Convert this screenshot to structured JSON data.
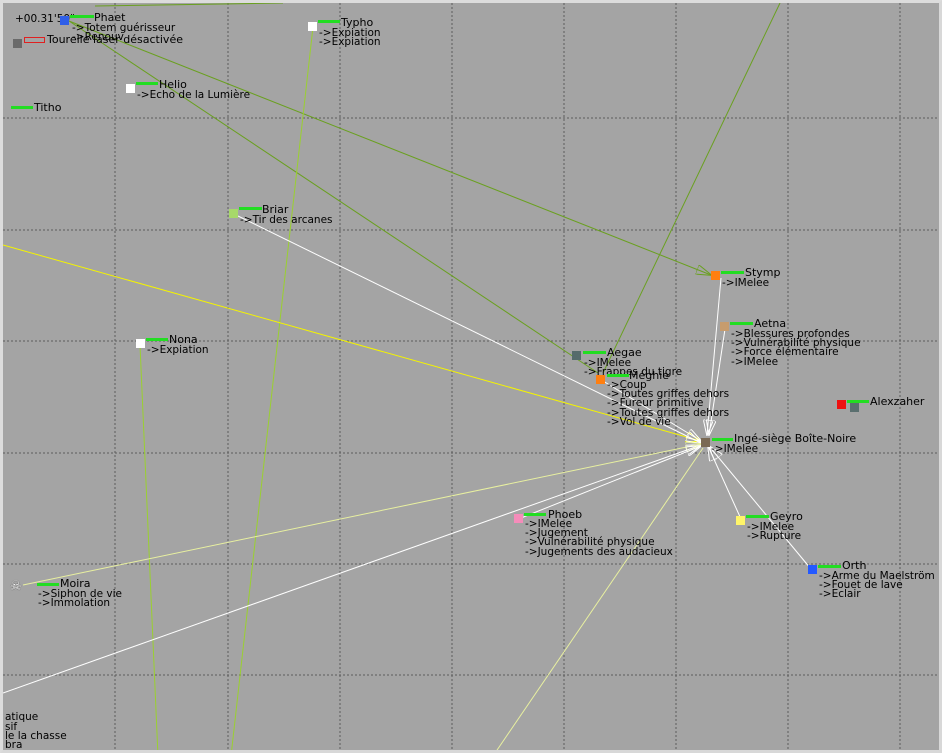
{
  "timer": "+00.31'50\"",
  "units": [
    {
      "name": "Phaet",
      "color": "#2f5fe8",
      "spells": [
        "->Totem guérisseur",
        "->Renouv"
      ]
    },
    {
      "name": "Tourelle laser désactivée",
      "color": "#6a6a6a"
    },
    {
      "name": "Typho",
      "color": "#ffffff",
      "spells": [
        "->Expiation",
        "->Expiation"
      ]
    },
    {
      "name": "Helio",
      "color": "#ffffff",
      "spells": [
        "->Echo de la Lumière"
      ]
    },
    {
      "name": "Titho",
      "color": "#a4a4a4"
    },
    {
      "name": "Briar",
      "color": "#a7d86a",
      "spells": [
        "->Tir des arcanes"
      ]
    },
    {
      "name": "Stymp",
      "color": "#ff7f10",
      "spells": [
        "->IMelee"
      ]
    },
    {
      "name": "Aetna",
      "color": "#c79c6e",
      "spells": [
        "->Blessures profondes",
        "->Vulnérabilité physique",
        "->Force élémentaire",
        "->IMelee"
      ]
    },
    {
      "name": "Nona",
      "color": "#ffffff",
      "spells": [
        "->Expiation"
      ]
    },
    {
      "name": "Aegae",
      "color": "#556b6b",
      "spells": [
        "->IMelee",
        "->Frappes du tigre"
      ]
    },
    {
      "name": "Méghie",
      "color": "#ff7f10",
      "spells": [
        "->Coup",
        "->Toutes griffes dehors",
        "->Fureur primitive",
        "->Toutes griffes dehors",
        "->Vol de vie"
      ]
    },
    {
      "name": "Alexzaher",
      "color": "#ee1111"
    },
    {
      "name": "Ingé-siège Boîte-Noire",
      "color": "#7a6a55",
      "spells": [
        "->IMelee"
      ]
    },
    {
      "name": "Phoeb",
      "color": "#f58cba",
      "spells": [
        "->IMelee",
        "->Jugement",
        "->Vulnérabilité physique",
        "->Jugements des audacieux"
      ]
    },
    {
      "name": "Geyro",
      "color": "#fff569",
      "spells": [
        "->IMelee",
        "->Rupture"
      ]
    },
    {
      "name": "Moira",
      "color": "#9482c9",
      "spells": [
        "->Siphon de vie",
        "->Immolation"
      ]
    },
    {
      "name": "Orth",
      "color": "#2459ff",
      "spells": [
        "->Arme du Maelström",
        "->Fouet de lave",
        "->Eclair"
      ]
    }
  ],
  "log_lines": [
    "atique",
    "sif",
    "le la chasse",
    "bra"
  ]
}
